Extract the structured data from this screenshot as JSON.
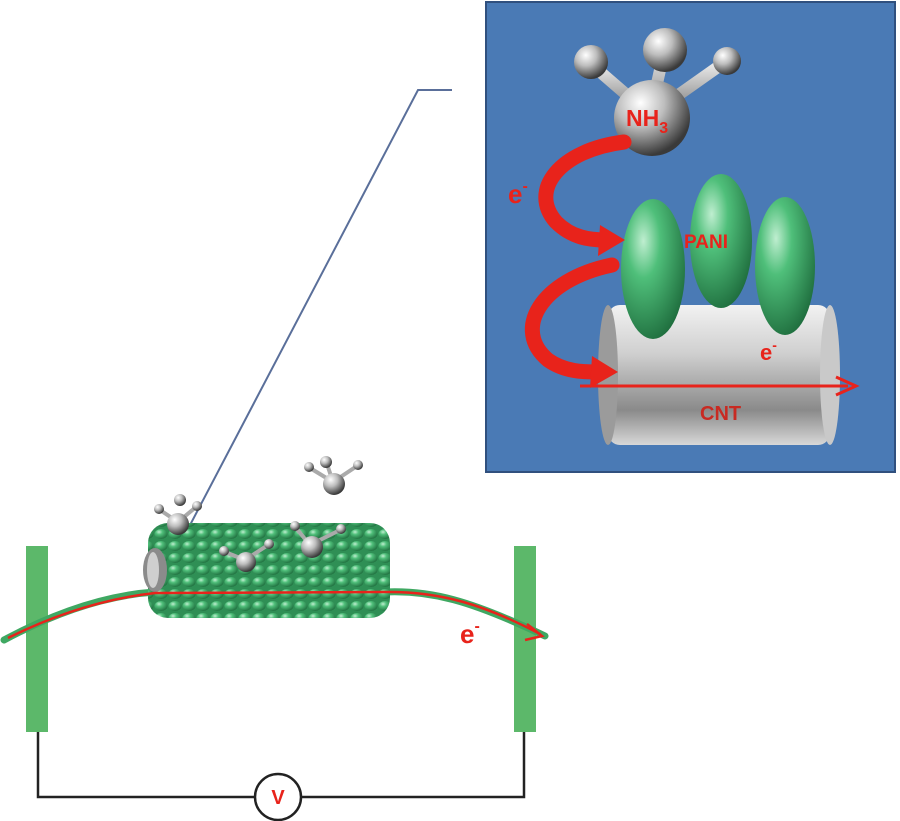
{
  "inset": {
    "molecule_label": "NH",
    "molecule_subscript": "3",
    "electron_label": "e",
    "electron_label_2": "e",
    "polymer_label": "PANI",
    "tube_label": "CNT",
    "background_color": "#4a7ab5",
    "label_color": "#e8231b"
  },
  "device": {
    "electron_label": "e",
    "meter_label": "V"
  },
  "electron_charge_sign": "-",
  "colors": {
    "electrode": "#5cb86a",
    "polymer": "#3fa862",
    "current_path": "#e8231b",
    "wire": "#222222",
    "callout_line": "#5a6f9a"
  }
}
